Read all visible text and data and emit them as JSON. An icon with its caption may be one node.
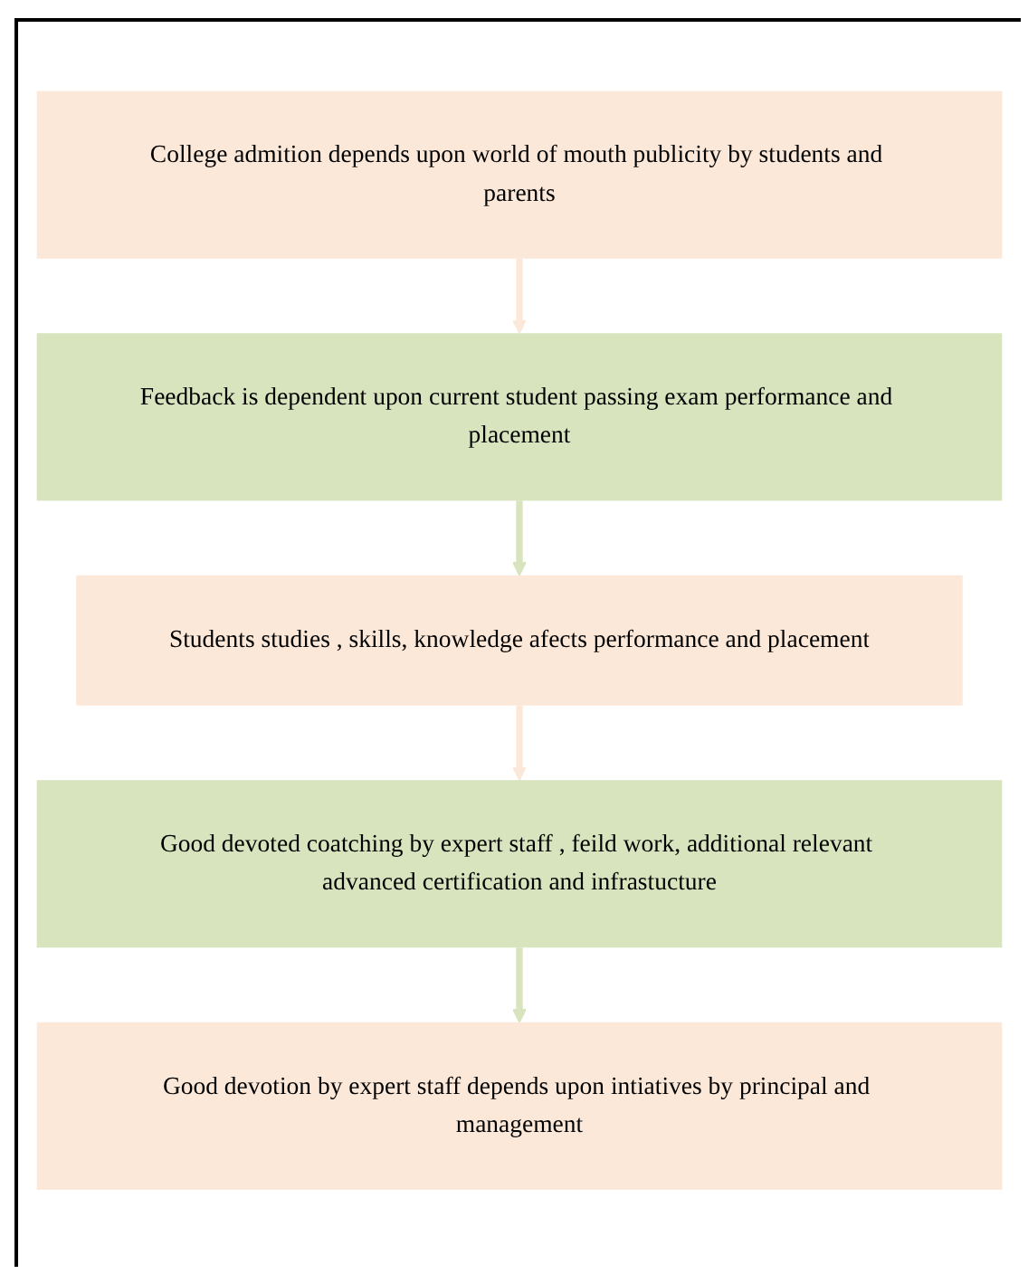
{
  "diagram": {
    "nodes": [
      {
        "text": [
          "College admition depends upon world of mouth publicity by students and parents"
        ]
      },
      {
        "text": [
          "Feedback is dependent upon current student passing exam performance and placement"
        ]
      },
      {
        "text": [
          "Students studies , skills, knowledge afects performance and placement"
        ]
      },
      {
        "text": [
          "Good devoted coatching by expert staff , feild work, additional relevant advanced certification and infrastucture"
        ]
      },
      {
        "text": [
          "Good devotion by expert staff depends upon intiatives by principal and management"
        ]
      }
    ],
    "edges": [
      {
        "from": 0,
        "to": 1,
        "arrow": "to",
        "color": "#fce8d8"
      },
      {
        "from": 1,
        "to": 2,
        "arrow": "to",
        "color": "#d7e4bd"
      },
      {
        "from": 2,
        "to": 3,
        "arrow": "to",
        "color": "#fce8d8"
      },
      {
        "from": 3,
        "to": 4,
        "arrow": "to",
        "color": "#d7e4bd"
      }
    ]
  }
}
